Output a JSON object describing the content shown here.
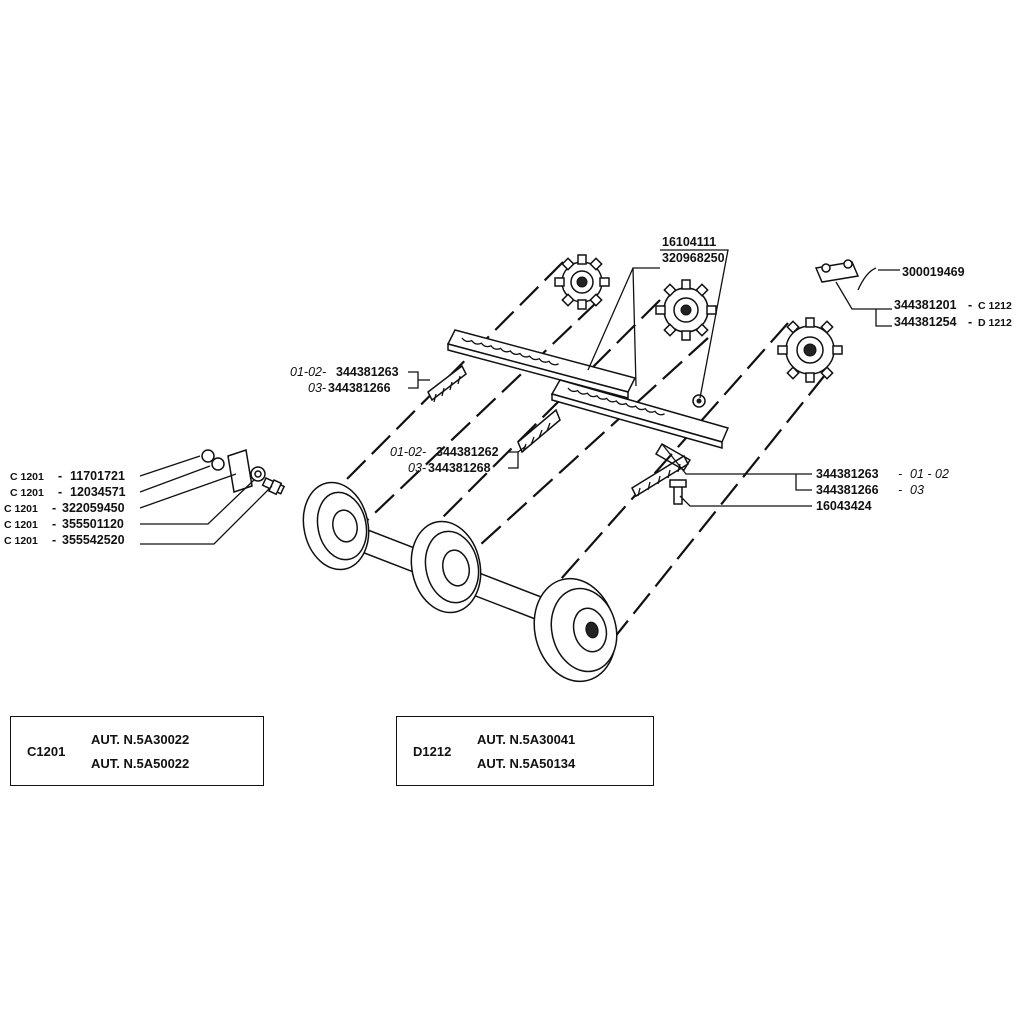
{
  "top_labels": {
    "part_16104111": "16104111",
    "part_320968250": "320968250",
    "part_300019469": "300019469",
    "part_344381201": "344381201",
    "suffix_c1212": "C 1212",
    "part_344381254": "344381254",
    "suffix_d1212": "D 1212"
  },
  "left_chain_labels": {
    "prefix_0102_a": "01-02-",
    "part_a1": "344381263",
    "prefix_03_a": "03-",
    "part_a2": "344381266",
    "prefix_0102_b": "01-02-",
    "part_b1": "344381262",
    "prefix_03_b": "03-",
    "part_b2": "344381268"
  },
  "right_chain_labels": {
    "part_r1": "344381263",
    "suffix_r1": "01 - 02",
    "part_r2": "344381266",
    "suffix_r2": "03",
    "part_r3": "16043424"
  },
  "hardware_labels": [
    {
      "model": "C 1201",
      "part": "11701721"
    },
    {
      "model": "C 1201",
      "part": "12034571"
    },
    {
      "model": "C 1201",
      "part": "322059450"
    },
    {
      "model": "C 1201",
      "part": "355501120"
    },
    {
      "model": "C 1201",
      "part": "355542520"
    }
  ],
  "model_boxes": [
    {
      "code": "C1201",
      "aut": [
        "AUT. N.5A30022",
        "AUT. N.5A50022"
      ]
    },
    {
      "code": "D1212",
      "aut": [
        "AUT. N.5A30041",
        "AUT. N.5A50134"
      ]
    }
  ]
}
